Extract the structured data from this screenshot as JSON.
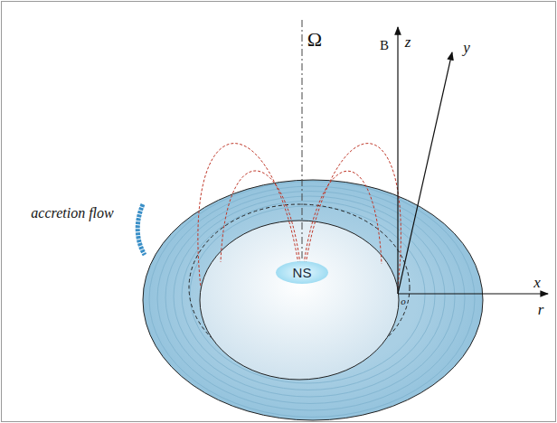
{
  "diagram": {
    "nodes": [
      {
        "text": [
          "NS"
        ]
      }
    ],
    "labels": [
      "Ω",
      "B",
      "z",
      "y",
      "x",
      "r",
      "o",
      "accretion flow"
    ]
  }
}
